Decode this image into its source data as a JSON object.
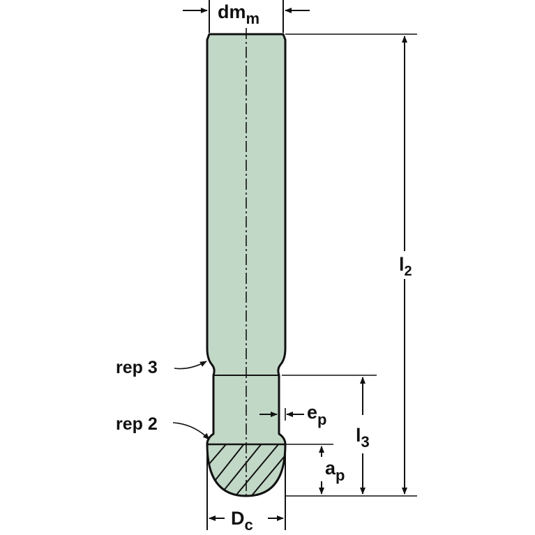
{
  "colors": {
    "tool_fill": "#c2d8c7",
    "outline": "#111111",
    "background": "#ffffff"
  },
  "labels": {
    "dm": {
      "main": "dm",
      "sub": "m"
    },
    "l2": {
      "main": "l",
      "sub": "2"
    },
    "l3": {
      "main": "l",
      "sub": "3"
    },
    "ep": {
      "main": "e",
      "sub": "p"
    },
    "ap": {
      "main": "a",
      "sub": "p"
    },
    "dc": {
      "main": "D",
      "sub": "c"
    },
    "rep3": "rep 3",
    "rep2": "rep 2"
  }
}
